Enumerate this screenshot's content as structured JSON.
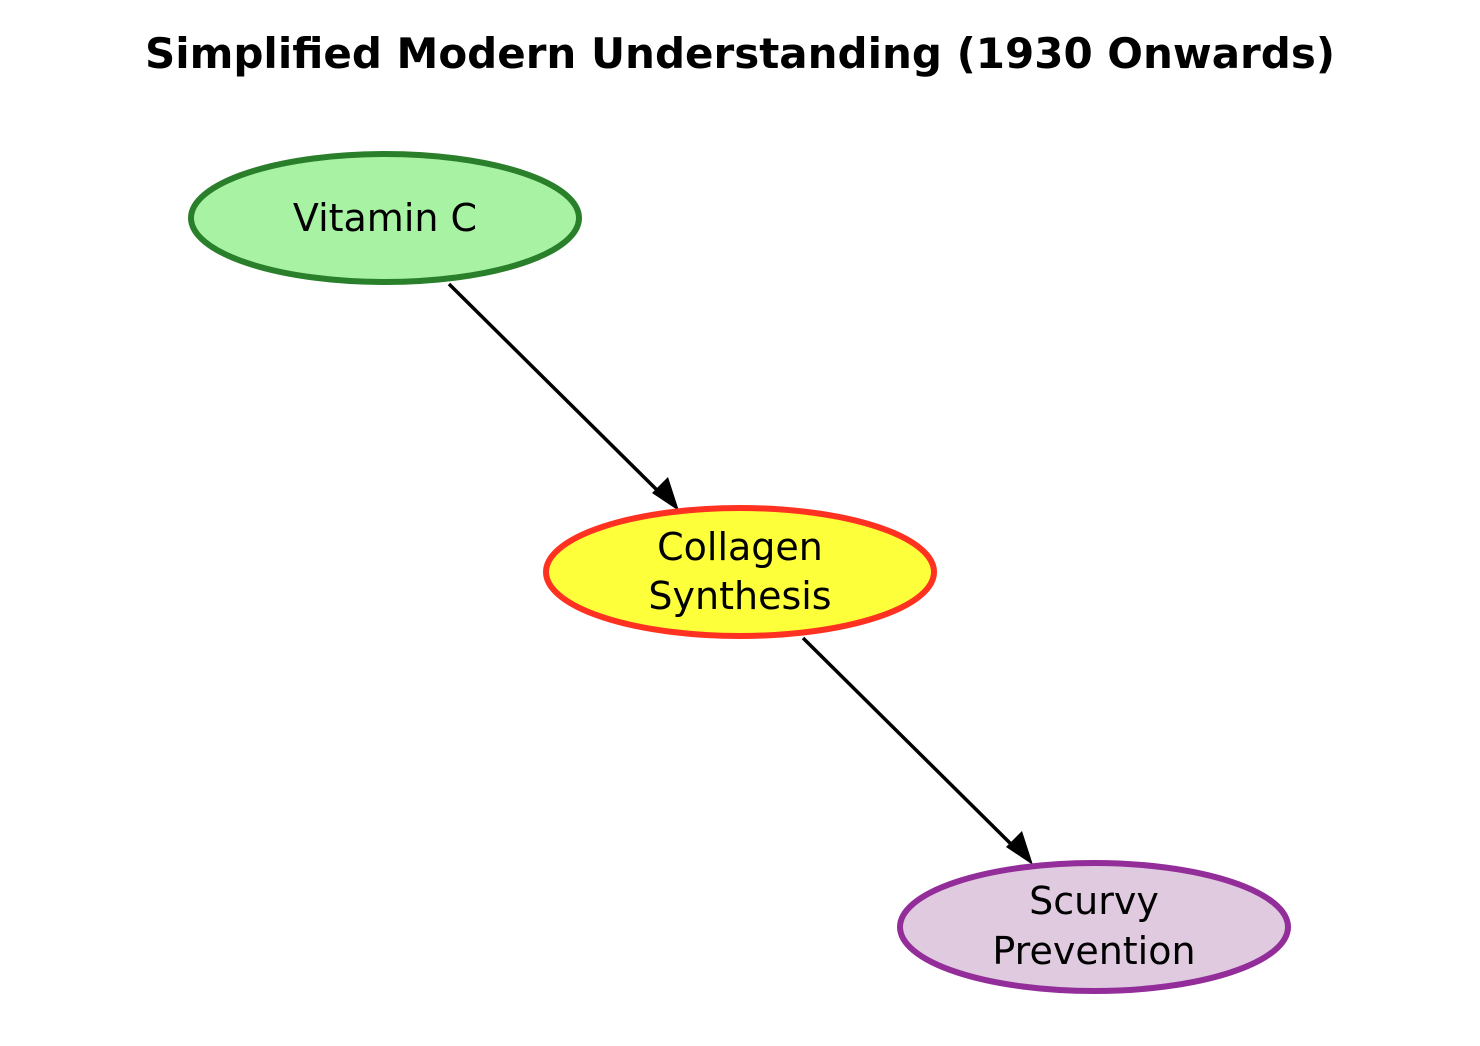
{
  "diagram": {
    "title": "Simplified Modern Understanding (1930 Onwards)",
    "nodes": [
      {
        "id": "vitamin-c",
        "lines": [
          "Vitamin C"
        ],
        "fill": "#a8f2a4",
        "stroke": "#2a7f2a"
      },
      {
        "id": "collagen-synthesis",
        "lines": [
          "Collagen",
          "Synthesis"
        ],
        "fill": "#fdff3a",
        "stroke": "#ff3222"
      },
      {
        "id": "scurvy-prevention",
        "lines": [
          "Scurvy",
          "Prevention"
        ],
        "fill": "#dfcadf",
        "stroke": "#922d9a"
      }
    ],
    "edges": [
      {
        "from": "vitamin-c",
        "to": "collagen-synthesis"
      },
      {
        "from": "collagen-synthesis",
        "to": "scurvy-prevention"
      }
    ]
  }
}
